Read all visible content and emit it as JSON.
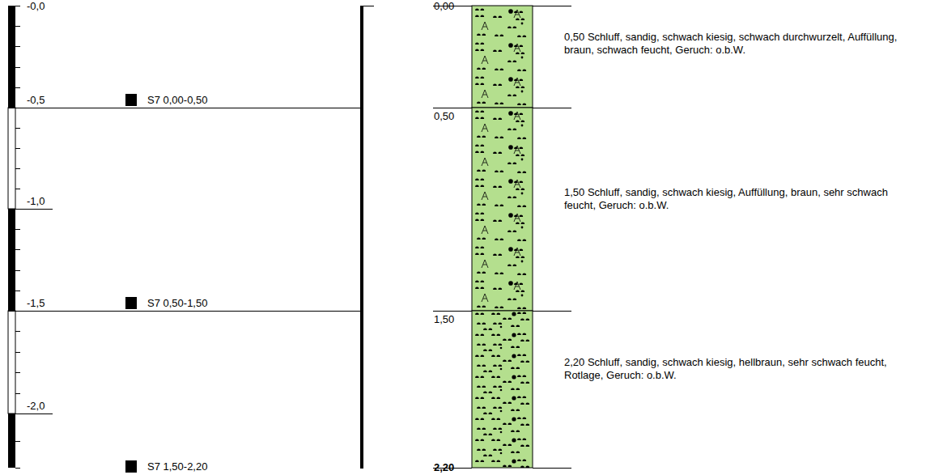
{
  "diagram": {
    "labels": [
      "-0,0",
      "-0,5",
      "-1,0",
      "-1,5",
      "-2,0",
      "S7 0,00-0,50",
      "S7 0,50-1,50",
      "S7 1,50-2,20",
      "0,00",
      "0,50",
      "1,50",
      "2,20",
      "0,50 Schluff, sandig, schwach kiesig, schwach durchwurzelt, Auffüllung, braun, schwach feucht, Geruch: o.b.W.",
      "1,50 Schluff, sandig, schwach kiesig, Auffüllung, braun, sehr schwach feucht, Geruch: o.b.W.",
      "2,20 Schluff, sandig, schwach kiesig, hellbraun, sehr schwach feucht, Rotlage, Geruch: o.b.W."
    ]
  }
}
